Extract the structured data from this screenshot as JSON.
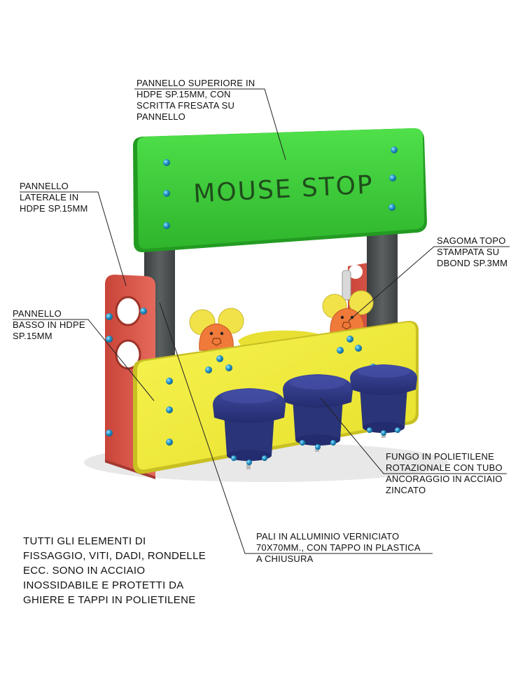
{
  "sign_text": "MOUSE STOP",
  "callouts": {
    "top_panel": [
      "PANNELLO SUPERIORE IN",
      "HDPE SP.15MM, CON",
      "SCRITTA FRESATA SU",
      "PANNELLO"
    ],
    "side_panel": [
      "PANNELLO",
      "LATERALE IN",
      "HDPE SP.15MM"
    ],
    "low_panel": [
      "PANNELLO",
      "BASSO IN HDPE",
      "SP.15MM"
    ],
    "mouse_shape": [
      "SAGOMA TOPO",
      "STAMPATA SU",
      "DBOND SP.3MM"
    ],
    "mushroom": [
      "FUNGO IN POLIETILENE",
      "ROTAZIONALE CON TUBO",
      "ANCORAGGIO IN ACCIAIO",
      "ZINCATO"
    ],
    "posts": [
      "PALI IN ALLUMINIO VERNICIATO",
      "70X70MM., CON TAPPO IN PLASTICA",
      "A CHIUSURA"
    ]
  },
  "footnote": [
    "TUTTI GLI ELEMENTI DI",
    "FISSAGGIO, VITI, DADI, RONDELLE",
    "ECC. SONO IN ACCIAIO",
    "INOSSIDABILE E PROTETTI DA",
    "GHIERE E TAPPI IN POLIETILENE"
  ],
  "colors": {
    "green_panel": "#3fcf3a",
    "yellow_panel": "#f3ef3c",
    "red_panel": "#dd5a4e",
    "post": "#4b4f50",
    "mushroom": "#2f3a8a",
    "mouse": "#f07a3a",
    "mouse_ears": "#f2e24a",
    "bolt": "#1f8fbf"
  }
}
